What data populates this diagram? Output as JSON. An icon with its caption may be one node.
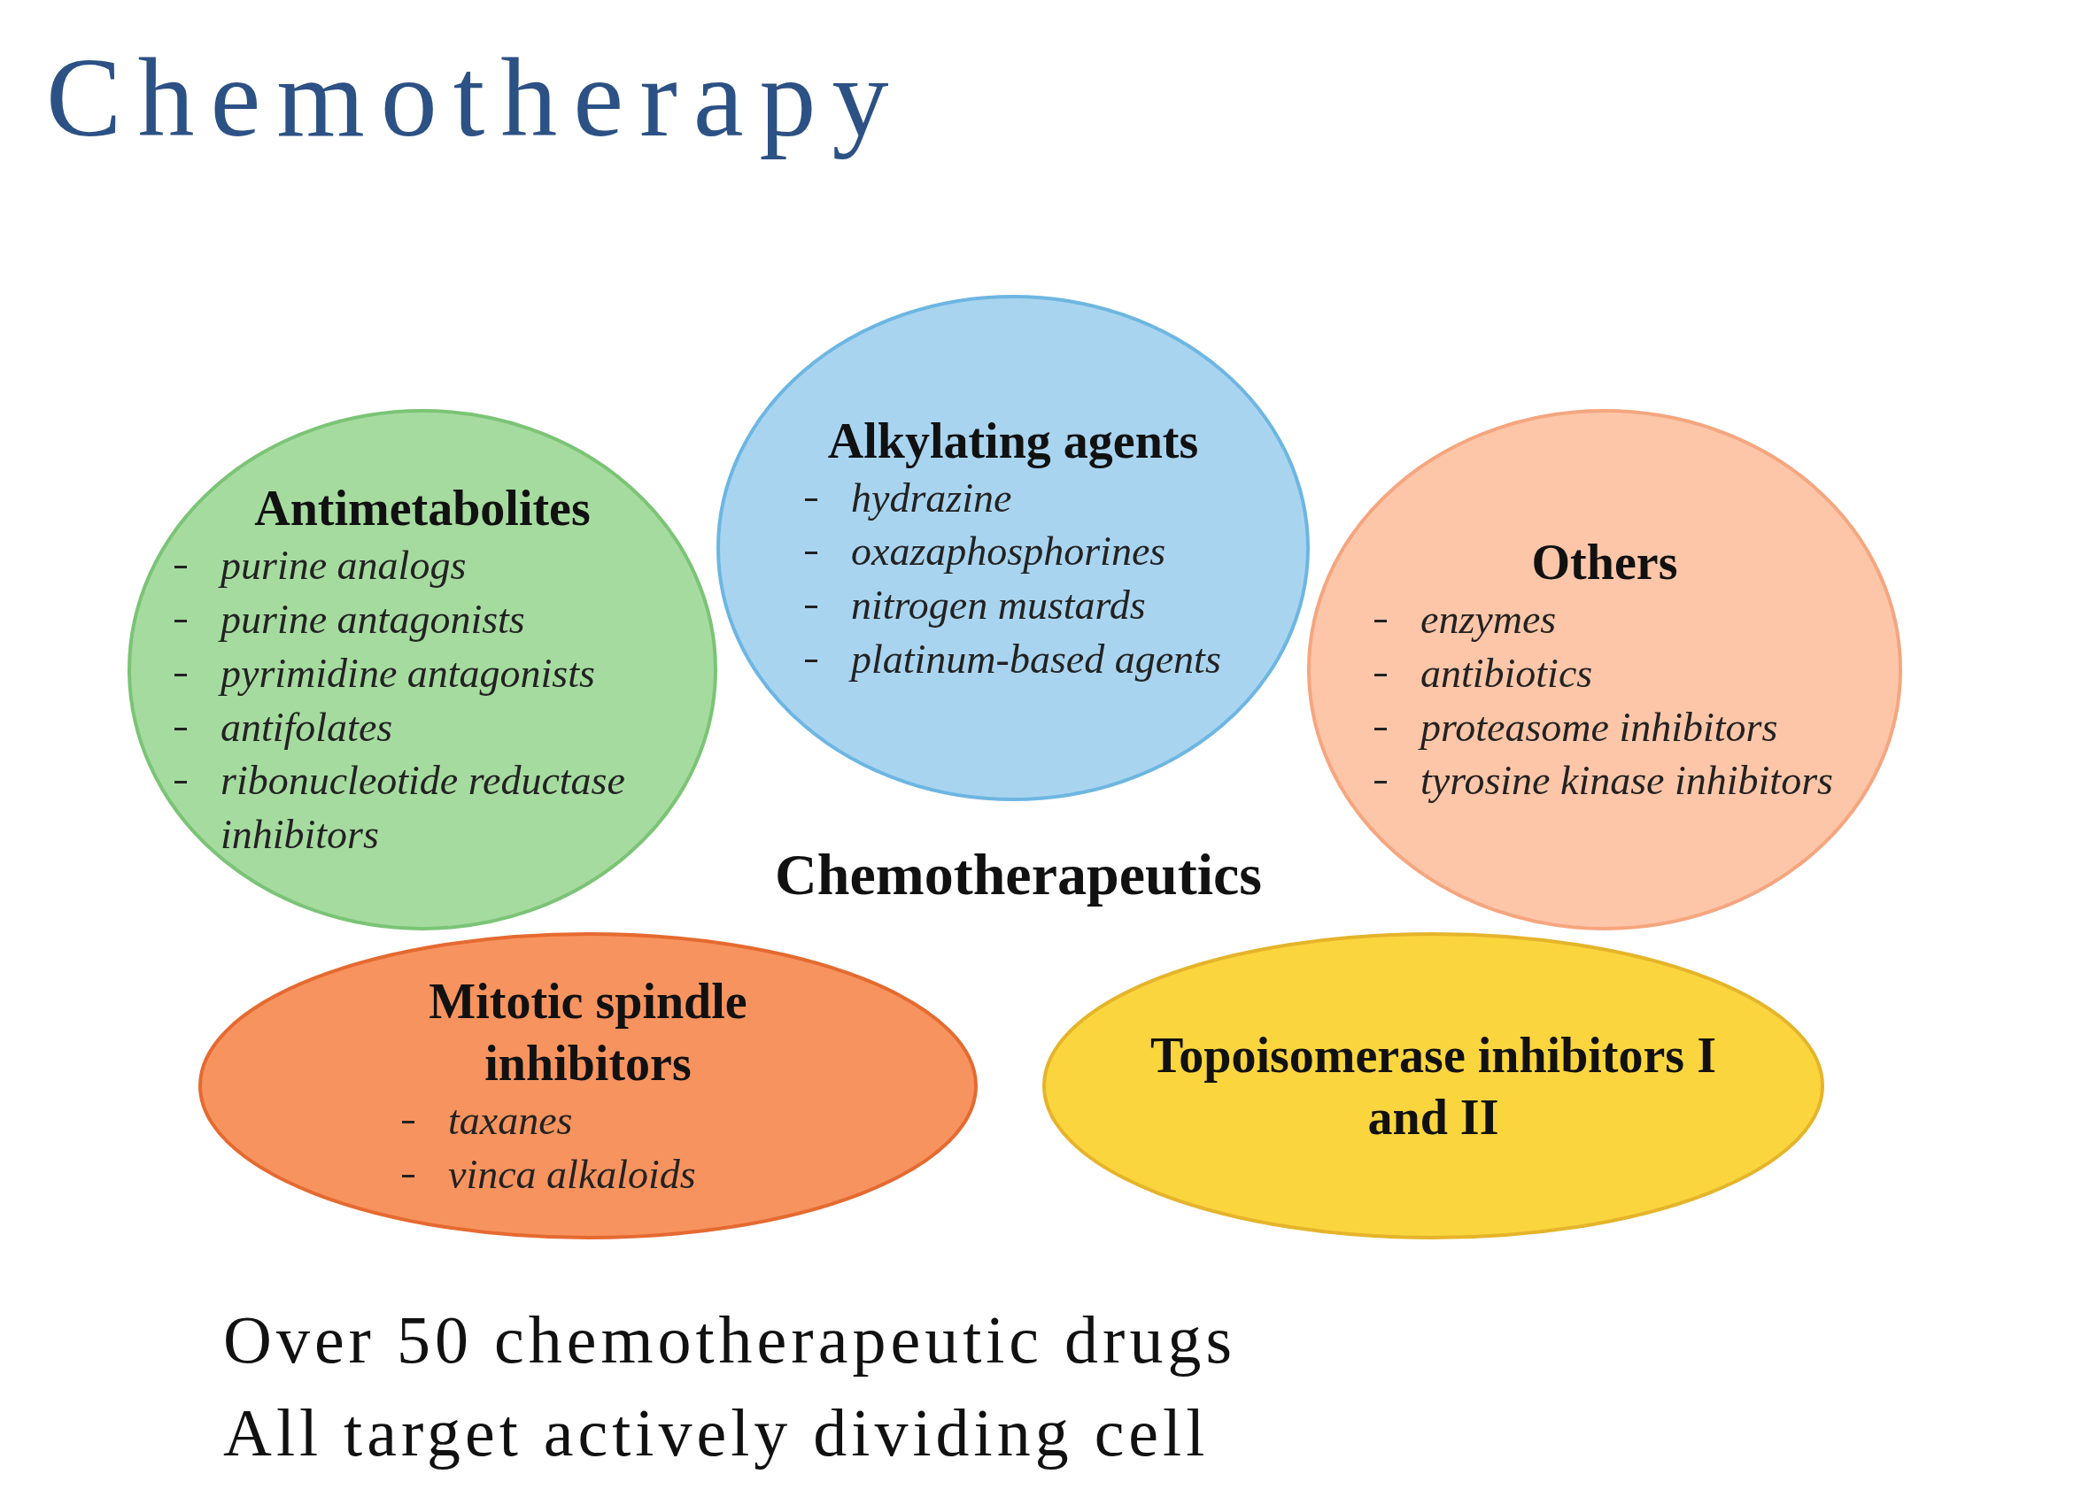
{
  "diagram": {
    "title": "Chemotherapy",
    "nodes": [
      {
        "text": [
          "Alkylating agents",
          "hydrazine",
          "oxazaphosphorines",
          "nitrogen mustards",
          "platinum-based agents"
        ]
      },
      {
        "text": [
          "Antimetabolites",
          "purine analogs",
          "purine antagonists",
          "pyrimidine antagonists",
          "antifolates",
          "ribonucleotide reductase inhibitors"
        ]
      },
      {
        "text": [
          "Others",
          "enzymes",
          "antibiotics",
          "proteasome inhibitors",
          "tyrosine kinase inhibitors"
        ]
      },
      {
        "text": [
          "Mitotic spindle inhibitors",
          "taxanes",
          "vinca alkaloids"
        ]
      },
      {
        "text": [
          "Topoisomerase inhibitors I and II"
        ]
      }
    ],
    "labels": [
      "Chemotherapeutics",
      "Over 50 chemotherapeutic drugs",
      "All target actively dividing cell"
    ]
  }
}
